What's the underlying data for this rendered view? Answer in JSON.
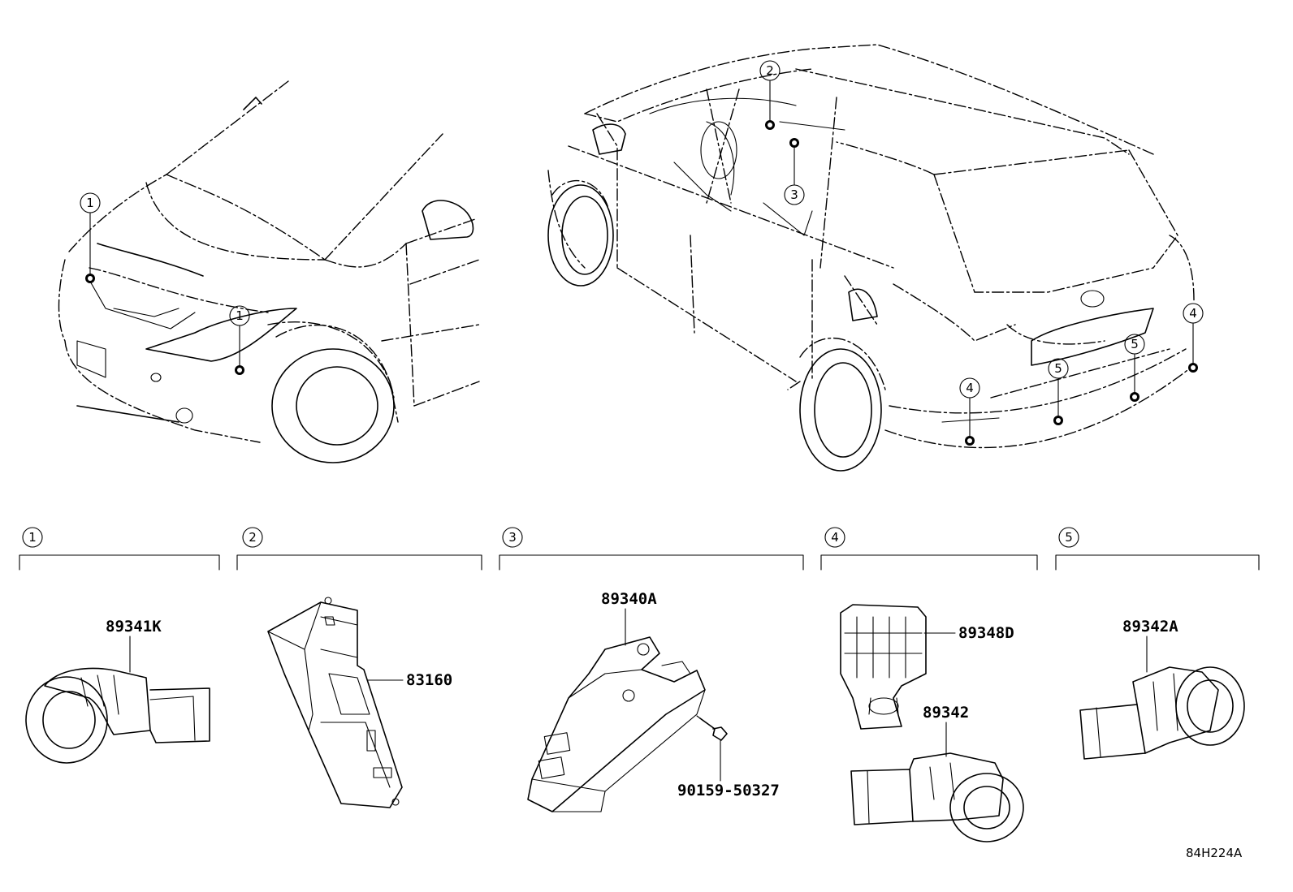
{
  "diagram": {
    "callouts": [
      "1",
      "1",
      "2",
      "3",
      "4",
      "4",
      "5",
      "5"
    ],
    "groups": [
      {
        "num": "1",
        "parts": [
          "89341K"
        ]
      },
      {
        "num": "2",
        "parts": [
          "83160"
        ]
      },
      {
        "num": "3",
        "parts": [
          "89340A",
          "90159-50327"
        ]
      },
      {
        "num": "4",
        "parts": [
          "89348D",
          "89342"
        ]
      },
      {
        "num": "5",
        "parts": [
          "89342A"
        ]
      }
    ],
    "drawing_code": "84H224A"
  }
}
